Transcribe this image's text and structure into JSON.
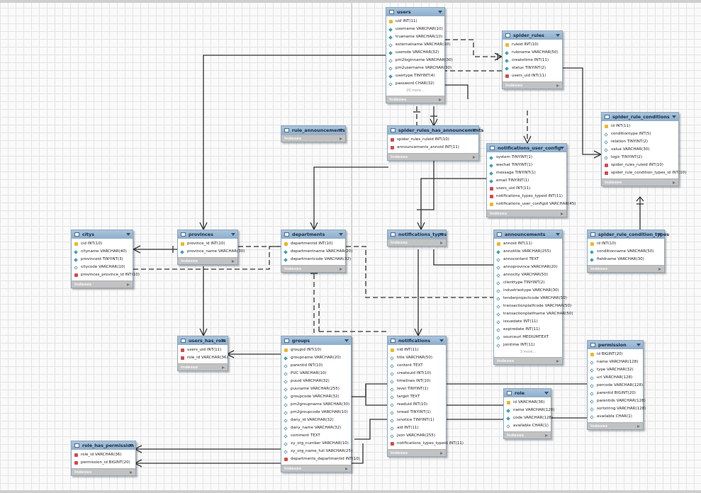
{
  "tables": [
    {
      "id": "users",
      "title": "users",
      "more": "20 more...",
      "footer": "Indexes",
      "columns": [
        {
          "name": "uid INT(11)",
          "key": "pk"
        },
        {
          "name": "username VARCHAR(10)",
          "key": "nn"
        },
        {
          "name": "truename VARCHAR(10)",
          "key": "nn"
        },
        {
          "name": "externalname VARCHAR(10)",
          "key": "op"
        },
        {
          "name": "userode VARCHAR(32)",
          "key": "nn"
        },
        {
          "name": "pm2loginname VARCHAR(30)",
          "key": "op"
        },
        {
          "name": "pm2username VARCHAR(30)",
          "key": "op"
        },
        {
          "name": "usertype TINYINT(4)",
          "key": "nn"
        },
        {
          "name": "password CHAR(32)",
          "key": "op"
        }
      ]
    },
    {
      "id": "spider_rules",
      "title": "spider_rules",
      "footer": "Indexes",
      "columns": [
        {
          "name": "ruleid INT(10)",
          "key": "pk"
        },
        {
          "name": "rulename VARCHAR(50)",
          "key": "nn"
        },
        {
          "name": "createtime INT(11)",
          "key": "nn"
        },
        {
          "name": "status TINYINT(2)",
          "key": "nn"
        },
        {
          "name": "users_uid INT(11)",
          "key": "fk"
        }
      ]
    },
    {
      "id": "rule_announcements",
      "title": "rule_announcements",
      "footer": "Indexes",
      "columns": []
    },
    {
      "id": "spider_rules_has_announcements",
      "title": "spider_rules_has_announcements",
      "footer": "Indexes",
      "columns": [
        {
          "name": "spider_rules_ruleid INT(10)",
          "key": "fk"
        },
        {
          "name": "announcements_annoid INT(11)",
          "key": "fk"
        }
      ]
    },
    {
      "id": "notifications_user_config",
      "title": "notifications_user_config",
      "footer": "Indexes",
      "columns": [
        {
          "name": "system TINYINT(1)",
          "key": "nn"
        },
        {
          "name": "wechat TINYINT(1)",
          "key": "nn"
        },
        {
          "name": "message TINYINT(1)",
          "key": "nn"
        },
        {
          "name": "email TINYINT(1)",
          "key": "nn"
        },
        {
          "name": "users_uid INT(11)",
          "key": "fk"
        },
        {
          "name": "notifications_types_typeid INT(11)",
          "key": "fk"
        },
        {
          "name": "notifications_user_configid VARCHAR(45)",
          "key": "pk"
        }
      ]
    },
    {
      "id": "spider_rule_conditions",
      "title": "spider_rule_conditions",
      "footer": "Indexes",
      "columns": [
        {
          "name": "id INT(11)",
          "key": "pk"
        },
        {
          "name": "conditiontype INT(5)",
          "key": "op"
        },
        {
          "name": "relation TINYINT(2)",
          "key": "op"
        },
        {
          "name": "value VARCHAR(30)",
          "key": "op"
        },
        {
          "name": "logic TINYINT(2)",
          "key": "op"
        },
        {
          "name": "spider_rules_ruleid INT(10)",
          "key": "fk"
        },
        {
          "name": "spider_rule_condition_types_id INT(10)",
          "key": "fk"
        }
      ]
    },
    {
      "id": "citys",
      "title": "citys",
      "footer": "Indexes",
      "columns": [
        {
          "name": "cid INT(10)",
          "key": "pk"
        },
        {
          "name": "cityname VARCHAR(40)",
          "key": "nn"
        },
        {
          "name": "provinceid TINYINT(3)",
          "key": "nn"
        },
        {
          "name": "citycode VARCHAR(10)",
          "key": "op"
        },
        {
          "name": "provinces_province_id INT(10)",
          "key": "fk"
        }
      ]
    },
    {
      "id": "provinces",
      "title": "provinces",
      "footer": "Indexes",
      "columns": [
        {
          "name": "province_id INT(10)",
          "key": "pk"
        },
        {
          "name": "province_name VARCHAR(30)",
          "key": "nn"
        }
      ]
    },
    {
      "id": "departments",
      "title": "departments",
      "footer": "Indexes",
      "columns": [
        {
          "name": "departmentid INT(10)",
          "key": "pk"
        },
        {
          "name": "departmentname VARCHAR(20)",
          "key": "nn"
        },
        {
          "name": "departmentcode VARCHAR(32)",
          "key": "nn"
        }
      ]
    },
    {
      "id": "notifications_types",
      "title": "notifications_types",
      "footer": "Indexes",
      "columns": []
    },
    {
      "id": "announcements",
      "title": "announcements",
      "more": "3 more...",
      "footer": "Indexes",
      "columns": [
        {
          "name": "annoid INT(11)",
          "key": "pk"
        },
        {
          "name": "annotitle VARCHAR(255)",
          "key": "nn"
        },
        {
          "name": "annocontent TEXT",
          "key": "op"
        },
        {
          "name": "annoprovince VARCHAR(20)",
          "key": "op"
        },
        {
          "name": "annocity VARCHAR(50)",
          "key": "op"
        },
        {
          "name": "clienttype TINYINT(2)",
          "key": "op"
        },
        {
          "name": "industriestype VARCHAR(30)",
          "key": "op"
        },
        {
          "name": "tenderprojectcode VARCHAR(50)",
          "key": "op"
        },
        {
          "name": "transactionplatfcode VARCHAR(50)",
          "key": "op"
        },
        {
          "name": "transactionplatfname VARCHAR(50)",
          "key": "op"
        },
        {
          "name": "issuedate INT(11)",
          "key": "op"
        },
        {
          "name": "expiredate INT(11)",
          "key": "op"
        },
        {
          "name": "sourceurl MEDIUMTEXT",
          "key": "op"
        },
        {
          "name": "jointime INT(11)",
          "key": "op"
        }
      ]
    },
    {
      "id": "spider_rule_condition_types",
      "title": "spider_rule_condition_types",
      "footer": "Indexes",
      "columns": [
        {
          "name": "id INT(10)",
          "key": "pk"
        },
        {
          "name": "conditionname VARCHAR(50)",
          "key": "nn"
        },
        {
          "name": "fieldname VARCHAR(30)",
          "key": "nn"
        }
      ]
    },
    {
      "id": "users_has_role",
      "title": "users_has_role",
      "footer": "Indexes",
      "columns": [
        {
          "name": "users_uid INT(11)",
          "key": "fk"
        },
        {
          "name": "role_id VARCHAR(36)",
          "key": "fk"
        }
      ]
    },
    {
      "id": "groups",
      "title": "groups",
      "footer": "Indexes",
      "columns": [
        {
          "name": "groupid INT(10)",
          "key": "pk"
        },
        {
          "name": "groupname VARCHAR(20)",
          "key": "nn"
        },
        {
          "name": "parentid INT(10)",
          "key": "op"
        },
        {
          "name": "PUC VARCHAR(10)",
          "key": "op"
        },
        {
          "name": "puuid VARCHAR(32)",
          "key": "op"
        },
        {
          "name": "puuname VARCHAR(255)",
          "key": "op"
        },
        {
          "name": "groupcode VARCHAR(32)",
          "key": "op"
        },
        {
          "name": "pm2groupname VARCHAR(30)",
          "key": "op"
        },
        {
          "name": "pm2groupcode VARCHAR(10)",
          "key": "op"
        },
        {
          "name": "dany_id VARCHAR(32)",
          "key": "op"
        },
        {
          "name": "dany_name VARCHAR(32)",
          "key": "op"
        },
        {
          "name": "comment TEXT",
          "key": "op"
        },
        {
          "name": "xy_org_number VARCHAR(10)",
          "key": "op"
        },
        {
          "name": "xy_org_name_full VARCHAR(25)",
          "key": "op"
        },
        {
          "name": "departments_departmentid INT(10)",
          "key": "fk"
        }
      ]
    },
    {
      "id": "notifications",
      "title": "notifications",
      "footer": "Indexes",
      "columns": [
        {
          "name": "nid INT(11)",
          "key": "pk"
        },
        {
          "name": "title VARCHAR(50)",
          "key": "op"
        },
        {
          "name": "content TEXT",
          "key": "op"
        },
        {
          "name": "createuid INT(10)",
          "key": "op"
        },
        {
          "name": "timelines INT(10)",
          "key": "op"
        },
        {
          "name": "level TINYINT(1)",
          "key": "op"
        },
        {
          "name": "target TEXT",
          "key": "op"
        },
        {
          "name": "readuid INT(10)",
          "key": "op"
        },
        {
          "name": "isread TINYINT(1)",
          "key": "op"
        },
        {
          "name": "isnotice TINYINT(1)",
          "key": "op"
        },
        {
          "name": "aid INT(11)",
          "key": "op"
        },
        {
          "name": "json VARCHAR(255)",
          "key": "op"
        },
        {
          "name": "notifications_types_typeid INT(11)",
          "key": "fk"
        }
      ]
    },
    {
      "id": "role",
      "title": "role",
      "footer": "Indexes",
      "columns": [
        {
          "name": "id VARCHAR(36)",
          "key": "pk"
        },
        {
          "name": "name VARCHAR(128)",
          "key": "nn"
        },
        {
          "name": "code VARCHAR(128)",
          "key": "nn"
        },
        {
          "name": "available CHAR(1)",
          "key": "op"
        }
      ]
    },
    {
      "id": "permission",
      "title": "permission",
      "footer": "Indexes",
      "columns": [
        {
          "name": "id BIGINT(20)",
          "key": "pk"
        },
        {
          "name": "name VARCHAR(128)",
          "key": "op"
        },
        {
          "name": "type VARCHAR(32)",
          "key": "op"
        },
        {
          "name": "url VARCHAR(128)",
          "key": "op"
        },
        {
          "name": "percode VARCHAR(128)",
          "key": "op"
        },
        {
          "name": "parentid BIGINT(20)",
          "key": "op"
        },
        {
          "name": "parentids VARCHAR(128)",
          "key": "op"
        },
        {
          "name": "sortstring VARCHAR(128)",
          "key": "op"
        },
        {
          "name": "available CHAR(1)",
          "key": "op"
        }
      ]
    },
    {
      "id": "role_has_permission",
      "title": "role_has_permission",
      "footer": "Indexes",
      "columns": [
        {
          "name": "role_id VARCHAR(36)",
          "key": "fk"
        },
        {
          "name": "permission_id BIGINT(20)",
          "key": "fk"
        }
      ]
    }
  ]
}
